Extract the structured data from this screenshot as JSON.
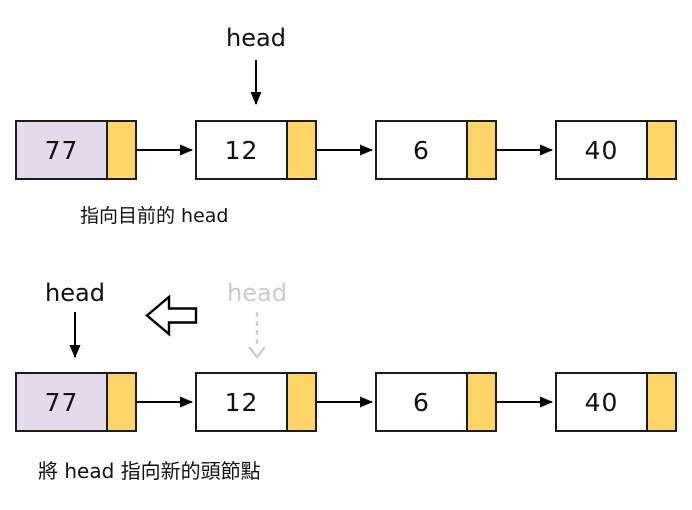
{
  "colors": {
    "background": "#ffffff",
    "node_border": "#1c1c1c",
    "node_fill": "#ffffff",
    "highlight_node_fill": "#e3daec",
    "pointer_fill": "#fcd468",
    "arrow": "#000000",
    "faded": "#cccccc",
    "text": "#111111"
  },
  "step1": {
    "head_label": "head",
    "caption": "指向目前的 head",
    "nodes": [
      {
        "value": "77"
      },
      {
        "value": "12"
      },
      {
        "value": "6"
      },
      {
        "value": "40"
      }
    ]
  },
  "step2": {
    "head_label": "head",
    "old_head_label": "head",
    "caption": "將 head 指向新的頭節點",
    "nodes": [
      {
        "value": "77"
      },
      {
        "value": "12"
      },
      {
        "value": "6"
      },
      {
        "value": "40"
      }
    ]
  }
}
